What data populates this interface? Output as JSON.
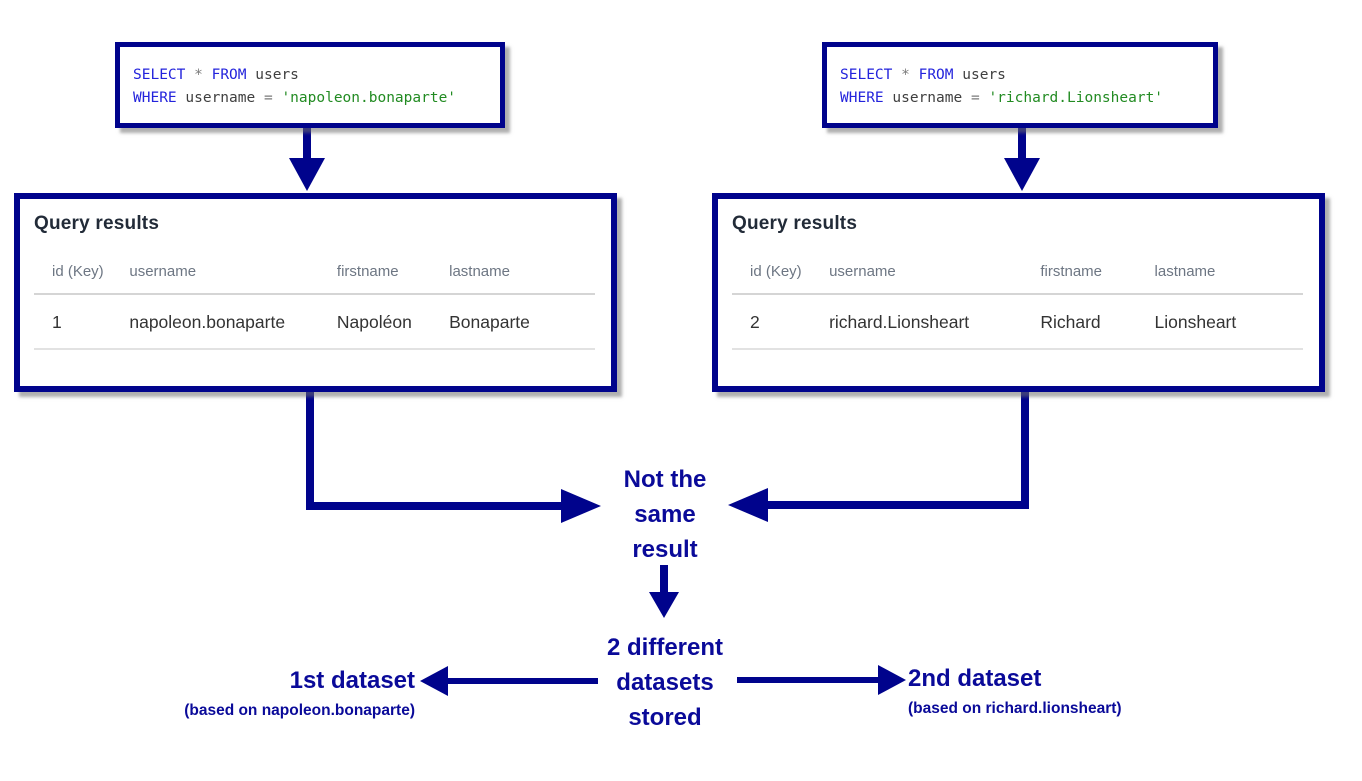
{
  "accent_color": "#00038C",
  "sql_left": {
    "select": "SELECT",
    "star": "*",
    "from": "FROM",
    "table": "users",
    "where": "WHERE",
    "column": "username",
    "eq": "=",
    "value": "'napoleon.bonaparte'"
  },
  "sql_right": {
    "select": "SELECT",
    "star": "*",
    "from": "FROM",
    "table": "users",
    "where": "WHERE",
    "column": "username",
    "eq": "=",
    "value": "'richard.Lionsheart'"
  },
  "left_table": {
    "title": "Query results",
    "headers": [
      "id (Key)",
      "username",
      "firstname",
      "lastname"
    ],
    "rows": [
      [
        "1",
        "napoleon.bonaparte",
        "Napoléon",
        "Bonaparte"
      ]
    ]
  },
  "right_table": {
    "title": "Query results",
    "headers": [
      "id (Key)",
      "username",
      "firstname",
      "lastname"
    ],
    "rows": [
      [
        "2",
        "richard.Lionsheart",
        "Richard",
        "Lionsheart"
      ]
    ]
  },
  "labels": {
    "not_same": [
      "Not the",
      "same",
      "result"
    ],
    "datasets": [
      "2 different",
      "datasets",
      "stored"
    ],
    "first_dataset": "1st dataset",
    "first_dataset_sub": "(based on napoleon.bonaparte)",
    "second_dataset": "2nd dataset",
    "second_dataset_sub": "(based on richard.lionsheart)"
  }
}
